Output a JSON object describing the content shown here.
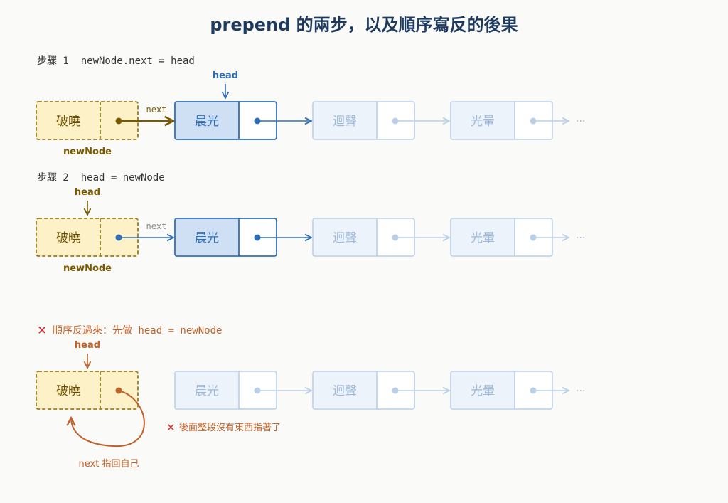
{
  "title": "prepend 的兩步，以及順序寫反的後果",
  "colors": {
    "blue": "#2f6fb8",
    "blue_fill": "#cfe0f5",
    "blue_light_stroke": "#b9cfe8",
    "blue_light_fill": "#edf3fa",
    "blue_light_text": "#9db8d9",
    "olive": "#7a5a00",
    "olive_fill": "#fdf1c7",
    "olive_stroke": "#9a7a1a",
    "node_text_olive": "#6b4f00",
    "red": "#d32f2f",
    "orange": "#c0602a"
  },
  "step1": {
    "label": "步驟 1  newNode.next = head",
    "head_label": "head",
    "next_label": "next",
    "newnode_label": "newNode",
    "nodes": [
      "破曉",
      "晨光",
      "迴聲",
      "光暈"
    ],
    "ellipsis": "···"
  },
  "step2": {
    "label": "步驟 2  head = newNode",
    "head_label": "head",
    "next_label": "next",
    "newnode_label": "newNode",
    "nodes": [
      "破曉",
      "晨光",
      "迴聲",
      "光暈"
    ],
    "ellipsis": "···"
  },
  "wrong": {
    "cross_icon": "✕",
    "label": "順序反過來：先做 head = newNode",
    "head_label": "head",
    "nodes": [
      "破曉",
      "晨光",
      "迴聲",
      "光暈"
    ],
    "ellipsis": "···",
    "lost_note": "後面整段沒有東西指著了",
    "self_note": "next 指回自己"
  }
}
